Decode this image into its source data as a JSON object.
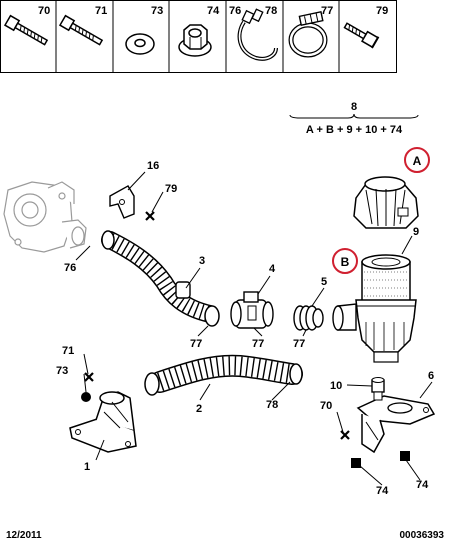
{
  "fasteners": [
    {
      "ref": "70",
      "icon": "bolt-icon"
    },
    {
      "ref": "71",
      "icon": "bolt-icon"
    },
    {
      "ref": "73",
      "icon": "washer-icon"
    },
    {
      "ref": "74",
      "icon": "flange-nut-icon"
    },
    {
      "ref": "76",
      "icon": "spring-clip-icon"
    },
    {
      "ref": "78",
      "icon": "spring-clip-icon"
    },
    {
      "ref": "77",
      "icon": "hose-clamp-icon"
    },
    {
      "ref": "79",
      "icon": "short-bolt-icon"
    }
  ],
  "kit": {
    "ref": "8",
    "formula": "A + B + 9 + 10 + 74"
  },
  "markers": {
    "a": "A",
    "b": "B"
  },
  "callouts": {
    "c16": "16",
    "c79": "79",
    "c76": "76",
    "c3": "3",
    "c4": "4",
    "c5": "5",
    "c9": "9",
    "c77a": "77",
    "c77b": "77",
    "c77c": "77",
    "c71": "71",
    "c73": "73",
    "c2": "2",
    "c78": "78",
    "c1": "1",
    "c10": "10",
    "c6": "6",
    "c70": "70",
    "c74a": "74",
    "c74b": "74"
  },
  "footer": {
    "date": "12/2011",
    "code": "00036393"
  },
  "colors": {
    "marker_circle": "#d02030",
    "line": "#000000",
    "faded_part": "#9a9a9a"
  }
}
